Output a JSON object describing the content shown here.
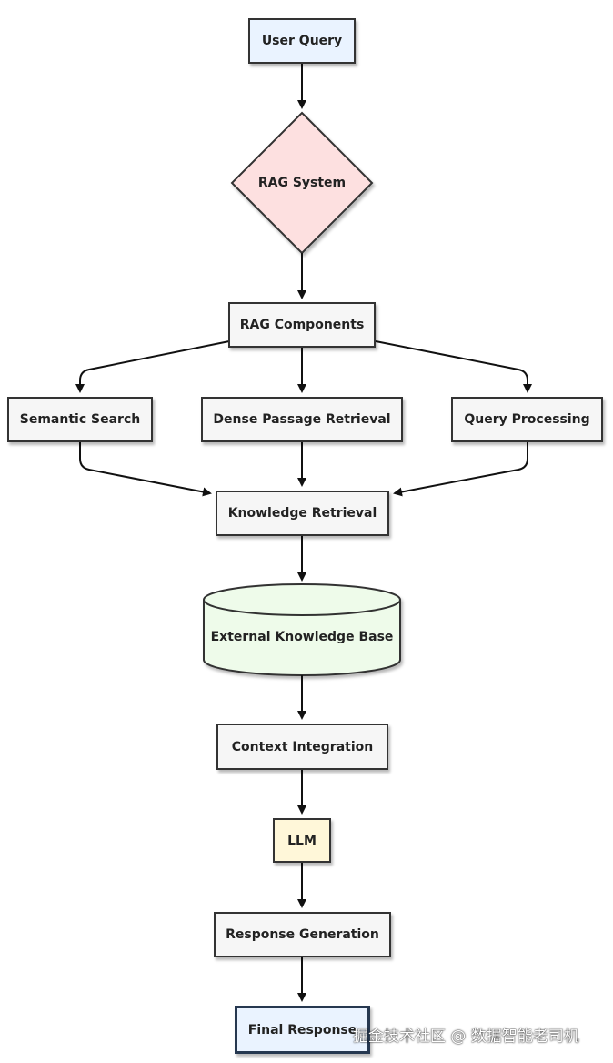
{
  "diagram": {
    "nodes": {
      "user_query": "User Query",
      "rag_system": "RAG System",
      "rag_components": "RAG Components",
      "semantic_search": "Semantic Search",
      "dense_passage_retrieval": "Dense Passage Retrieval",
      "query_processing": "Query Processing",
      "knowledge_retrieval": "Knowledge Retrieval",
      "external_knowledge_base": "External Knowledge Base",
      "context_integration": "Context Integration",
      "llm": "LLM",
      "response_generation": "Response Generation",
      "final_response": "Final Response"
    },
    "colors": {
      "stroke": "#333333",
      "user_query_fill": "#eaf3ff",
      "rag_system_fill": "#fde0e0",
      "default_fill": "#f6f6f6",
      "knowledge_base_fill": "#eefbea",
      "llm_fill": "#fff7d9",
      "final_response_fill": "#eaf3ff"
    }
  },
  "watermark": "掘金技术社区 @ 数据智能老司机"
}
